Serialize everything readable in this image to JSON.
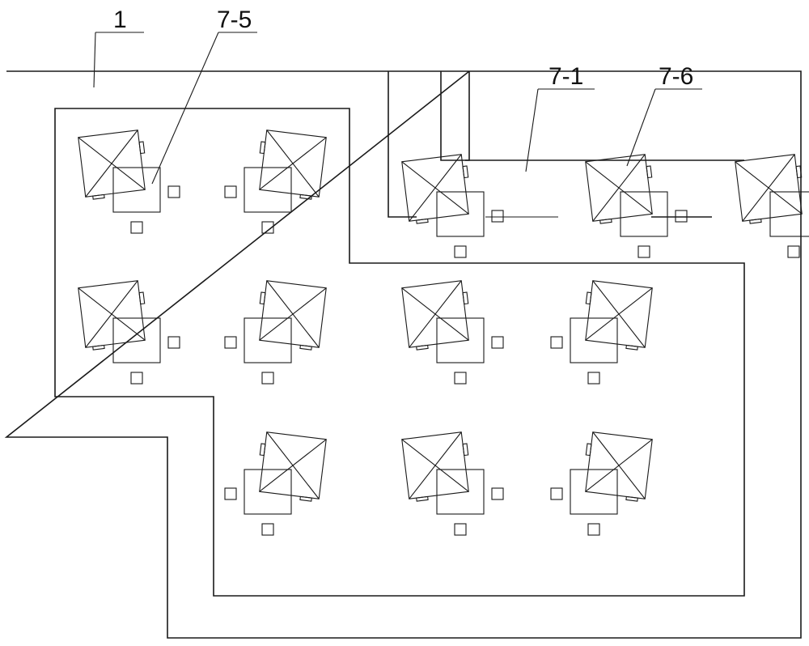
{
  "labels": {
    "outer_frame": "1",
    "module": "7-5",
    "connector": "7-1",
    "pyramid_unit": "7-6"
  }
}
